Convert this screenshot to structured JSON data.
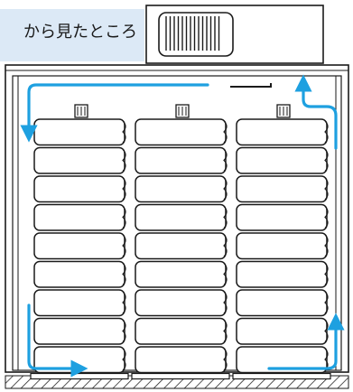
{
  "caption": {
    "text": "から見たところ",
    "background": "#dce9f6"
  },
  "icons": {
    "fan_unit": "fan-unit-icon",
    "battery": "battery-icon",
    "terminal": "terminal-icon",
    "airflow_arrow": "airflow-arrow-icon"
  },
  "colors": {
    "airflow": "#1ea0e0",
    "outline": "#1a1a1a",
    "fill": "#ffffff"
  },
  "layout": {
    "battery_columns": 3,
    "batteries_per_column": 9
  }
}
